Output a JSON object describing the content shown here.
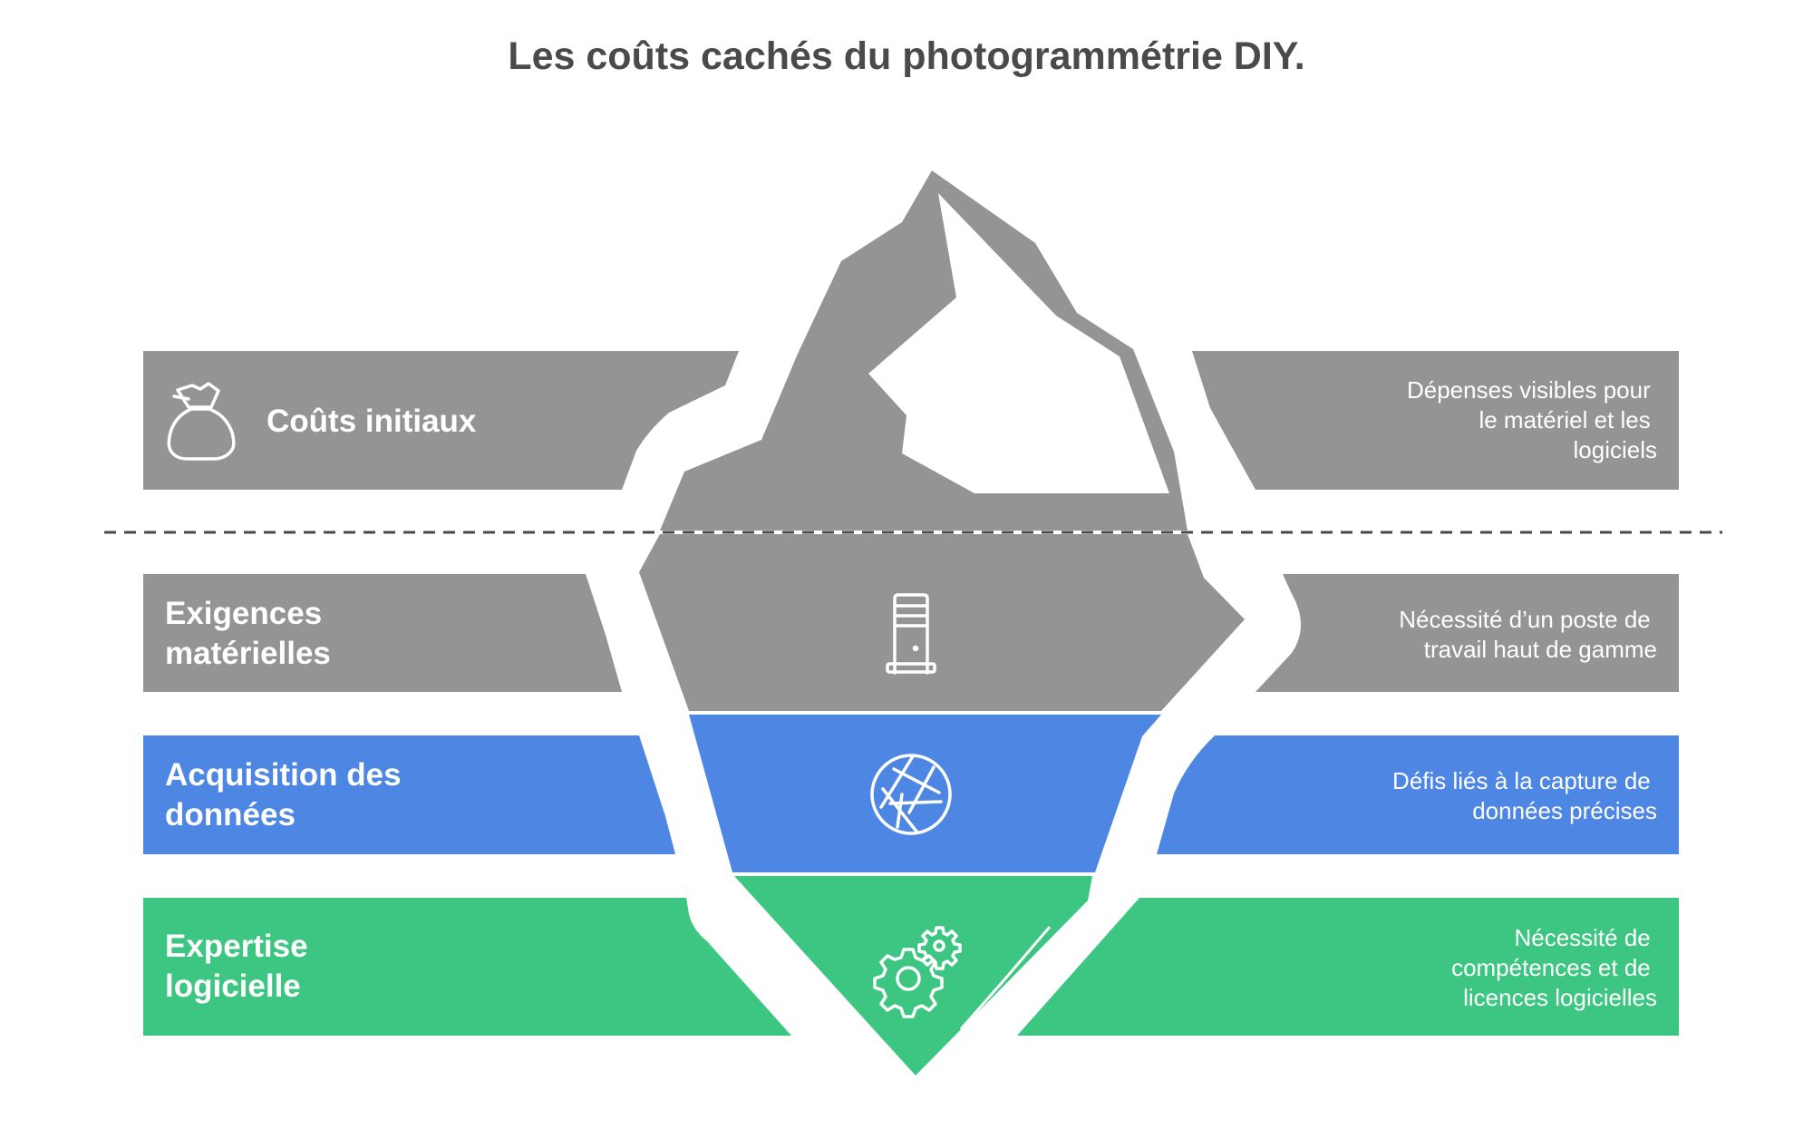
{
  "title": "Les coûts cachés du photogrammétrie DIY.",
  "colors": {
    "gray": "#949494",
    "blue": "#4d86e3",
    "green": "#3dc681",
    "waterline": "#4a4a4a",
    "title": "#4a4a4a"
  },
  "layers": [
    {
      "id": "couts-initiaux",
      "color_key": "gray",
      "icon": "money-bag-icon",
      "label_lines": [
        "Coûts initiaux"
      ],
      "desc_lines": [
        "Dépenses visibles pour",
        "le matériel et les",
        "logiciels"
      ]
    },
    {
      "id": "exigences-materielles",
      "color_key": "gray",
      "icon": "computer-tower-icon",
      "label_lines": [
        "Exigences",
        "matérielles"
      ],
      "desc_lines": [
        "Nécessité d’un poste de",
        "travail haut de gamme"
      ]
    },
    {
      "id": "acquisition-donnees",
      "color_key": "blue",
      "icon": "camera-aperture-icon",
      "label_lines": [
        "Acquisition des",
        "données"
      ],
      "desc_lines": [
        "Défis liés à la capture de",
        "données précises"
      ]
    },
    {
      "id": "expertise-logicielle",
      "color_key": "green",
      "icon": "gears-icon",
      "label_lines": [
        "Expertise",
        "logicielle"
      ],
      "desc_lines": [
        "Nécessité de",
        "compétences et de",
        "licences logicielles"
      ]
    }
  ]
}
